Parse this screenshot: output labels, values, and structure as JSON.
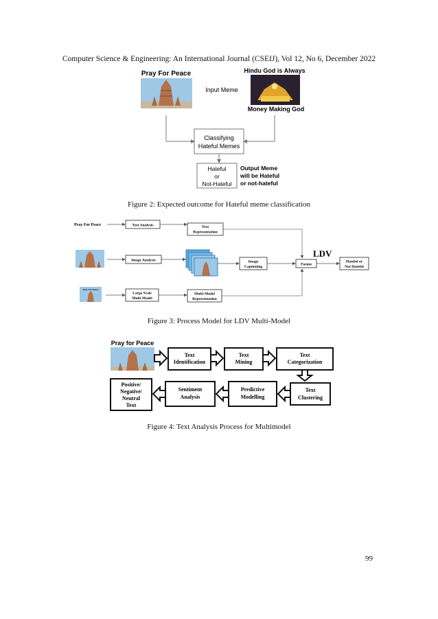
{
  "header": "Computer Science & Engineering: An International Journal (CSEIJ), Vol 12, No 6, December 2022",
  "page_number": "99",
  "figure2": {
    "caption": "Figure 2: Expected outcome for Hateful meme classification",
    "left_meme_text": "Pray For Peace",
    "right_meme_top": "Hindu God is Always",
    "right_meme_bottom": "Money Making God",
    "input_label": "Input Meme",
    "classify_line1": "Classifying",
    "classify_line2": "Hateful Memes",
    "out_line1": "Hateful",
    "out_line2": "or",
    "out_line3": "Not-Hateful",
    "output_line1": "Output Meme",
    "output_line2": "will be Hateful",
    "output_line3": "or not-hateful"
  },
  "figure3": {
    "caption": "Figure 3: Process Model for LDV Multi-Model",
    "meme_text_top": "Pray For Peace",
    "meme_text_small": "Pray For Peace",
    "text_analysis": "Text Analysis",
    "text_rep1": "Text",
    "text_rep2": "Representation",
    "image_analysis": "Image Analysis",
    "image_cap1": "Image",
    "image_cap2": "Captioning",
    "fusion": "Fusion",
    "ldv": "LDV",
    "hateful1": "Hateful or",
    "hateful2": "Not Hateful",
    "large1": "Large Scale",
    "large2": "Multi Model",
    "multi1": "Multi-Model",
    "multi2": "Representation"
  },
  "figure4": {
    "caption": "Figure 4: Text Analysis Process for Multimodel",
    "meme_text": "Pray for Peace",
    "b1a": "Text",
    "b1b": "Identification",
    "b2a": "Text",
    "b2b": "Mining",
    "b3a": "Text",
    "b3b": "Categorization",
    "b4a": "Text",
    "b4b": "Clustering",
    "b5a": "Predictive",
    "b5b": "Modelling",
    "b6a": "Sentiment",
    "b6b": "Analysis",
    "b7a": "Positive/",
    "b7b": "Negative/",
    "b7c": "Neutral",
    "b7d": "Text"
  },
  "colors": {
    "temple_sky": "#9ec8e6",
    "temple_body": "#b5714a",
    "night": "#2a2030",
    "gold": "#e0a52a"
  }
}
